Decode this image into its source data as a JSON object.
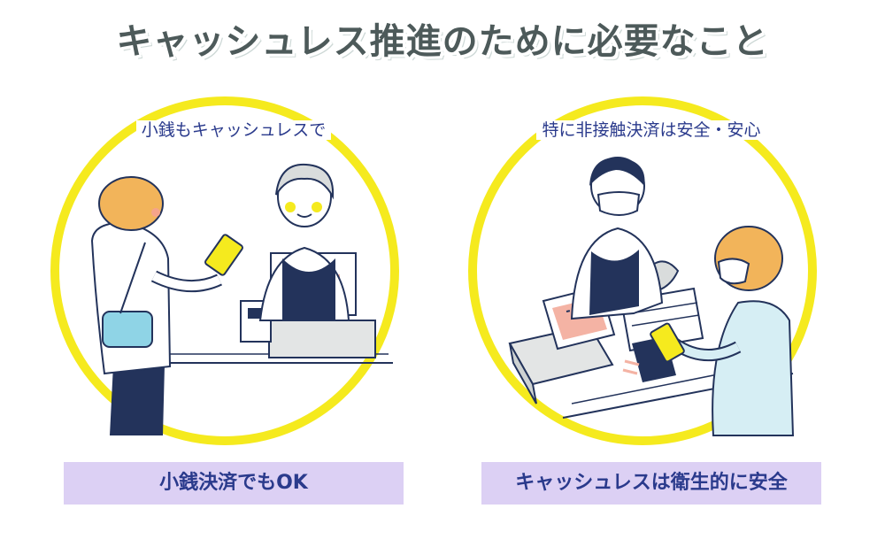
{
  "title": "キャッシュレス推進のために必要なこと",
  "panels": [
    {
      "subtitle": "小銭もキャッシュレスで",
      "caption": "小銭決済でもOK"
    },
    {
      "subtitle": "特に非接触決済は安全・安心",
      "caption": "キャッシュレスは衛生的に安全"
    }
  ],
  "colors": {
    "circle": "#f5ea1e",
    "title": "#4d5a5a",
    "text": "#2a3a8c",
    "caption_bg": "#dcd0f4",
    "navy": "#23335b",
    "skin_blush": "#f5a48a",
    "hair": "#f2b45a",
    "screen": "#f4b3a4"
  }
}
